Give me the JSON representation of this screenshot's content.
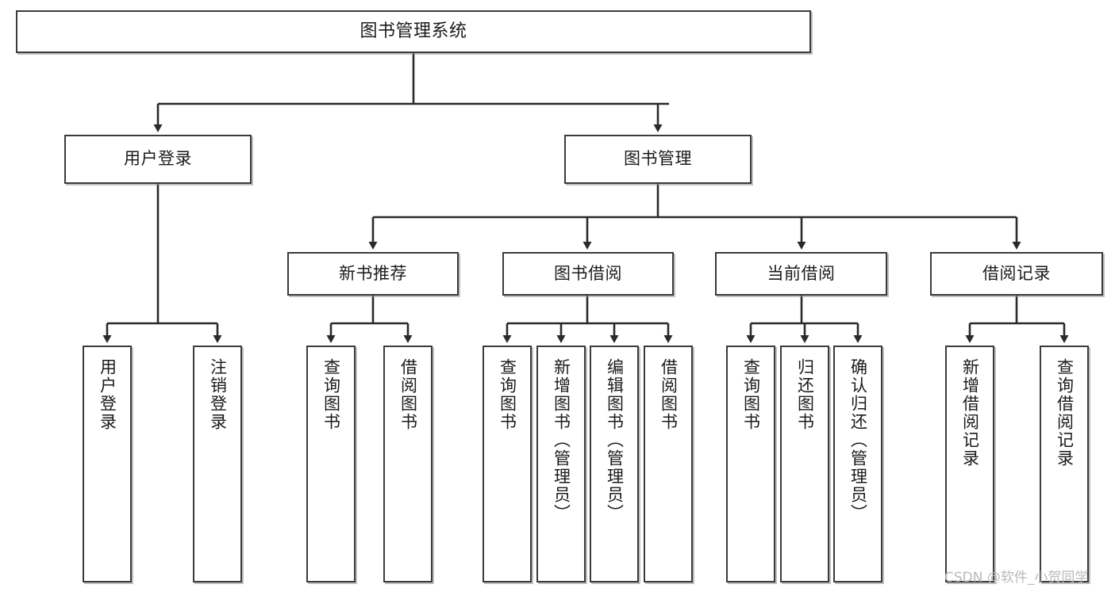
{
  "diagram": {
    "title": "图书管理系统",
    "type": "tree-hierarchy",
    "watermark": "CSDN @软件_小贺同学",
    "colors": {
      "background": "#ffffff",
      "node_border": "#3b3b3b",
      "node_fill": "#ffffff",
      "edge": "#222222",
      "text": "#1b1b1b",
      "watermark": "#b9b9b9"
    },
    "nodes": {
      "root": {
        "label": "图书管理系统"
      },
      "level2": [
        {
          "id": "user-login",
          "label": "用户登录"
        },
        {
          "id": "book-management",
          "label": "图书管理"
        }
      ],
      "level3": [
        {
          "id": "new-book-recommend",
          "label": "新书推荐"
        },
        {
          "id": "book-borrow",
          "label": "图书借阅"
        },
        {
          "id": "current-borrow",
          "label": "当前借阅"
        },
        {
          "id": "borrow-record",
          "label": "借阅记录"
        }
      ],
      "leaves": {
        "user_login": [
          {
            "id": "leaf-user-login",
            "label": "用户登录"
          },
          {
            "id": "leaf-logout-login",
            "label": "注销登录"
          }
        ],
        "new_book_recommend": [
          {
            "id": "leaf-query-book-1",
            "label": "查询图书"
          },
          {
            "id": "leaf-borrow-book-1",
            "label": "借阅图书"
          }
        ],
        "book_borrow": [
          {
            "id": "leaf-query-book-2",
            "label": "查询图书"
          },
          {
            "id": "leaf-add-book",
            "label": "新增图书（管理员）"
          },
          {
            "id": "leaf-edit-book",
            "label": "编辑图书（管理员）"
          },
          {
            "id": "leaf-borrow-book-2",
            "label": "借阅图书"
          }
        ],
        "current_borrow": [
          {
            "id": "leaf-query-book-3",
            "label": "查询图书"
          },
          {
            "id": "leaf-return-book",
            "label": "归还图书"
          },
          {
            "id": "leaf-confirm-return",
            "label": "确认归还（管理员）"
          }
        ],
        "borrow_record": [
          {
            "id": "leaf-add-borrow-record",
            "label": "新增借阅记录"
          },
          {
            "id": "leaf-query-borrow-record",
            "label": "查询借阅记录"
          }
        ]
      }
    }
  }
}
